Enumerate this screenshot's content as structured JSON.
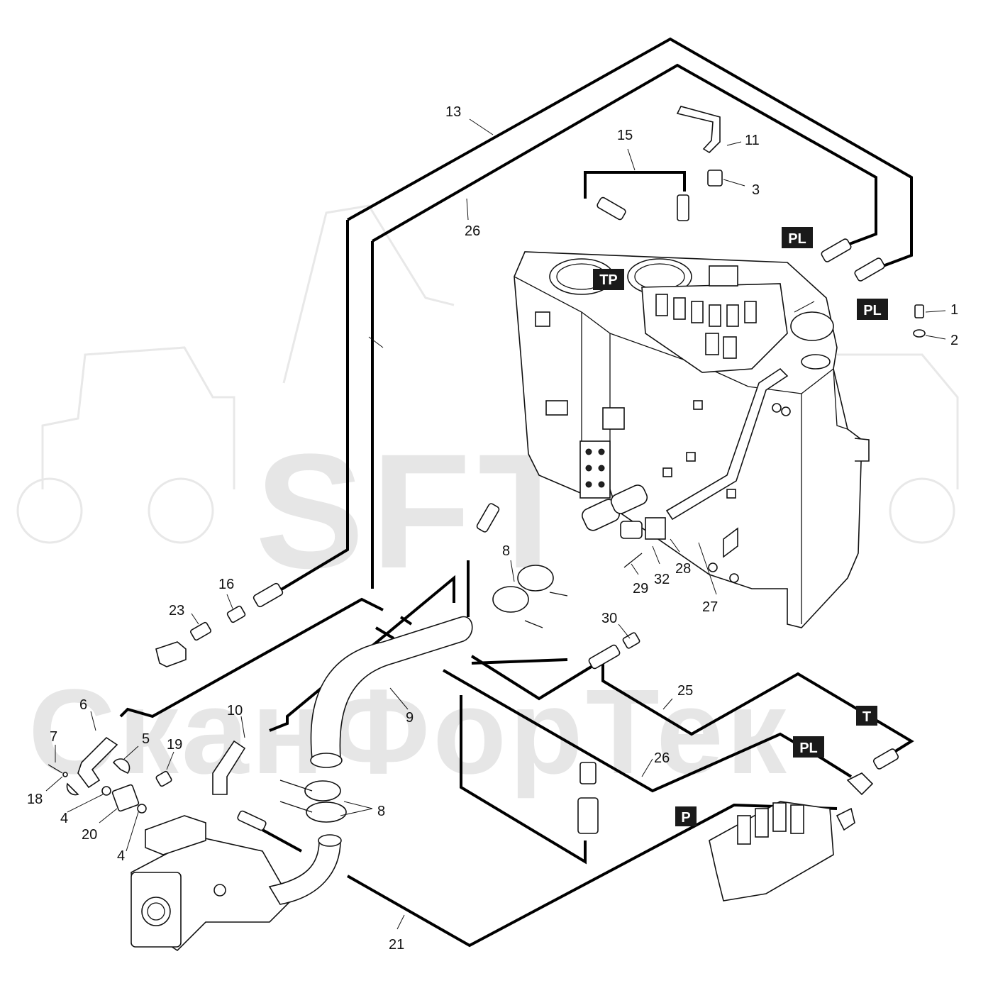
{
  "watermark": {
    "brand": "SFT",
    "company": "СканФорТек"
  },
  "callouts": [
    {
      "id": "c1",
      "text": "1"
    },
    {
      "id": "c2",
      "text": "2"
    },
    {
      "id": "c3",
      "text": "3"
    },
    {
      "id": "c4a",
      "text": "4"
    },
    {
      "id": "c4b",
      "text": "4"
    },
    {
      "id": "c5",
      "text": "5"
    },
    {
      "id": "c6",
      "text": "6"
    },
    {
      "id": "c7",
      "text": "7"
    },
    {
      "id": "c8a",
      "text": "8"
    },
    {
      "id": "c8b",
      "text": "8"
    },
    {
      "id": "c9",
      "text": "9"
    },
    {
      "id": "c10",
      "text": "10"
    },
    {
      "id": "c11",
      "text": "11"
    },
    {
      "id": "c13",
      "text": "13"
    },
    {
      "id": "c15",
      "text": "15"
    },
    {
      "id": "c16",
      "text": "16"
    },
    {
      "id": "c18",
      "text": "18"
    },
    {
      "id": "c19",
      "text": "19"
    },
    {
      "id": "c20",
      "text": "20"
    },
    {
      "id": "c21",
      "text": "21"
    },
    {
      "id": "c23",
      "text": "23"
    },
    {
      "id": "c25",
      "text": "25"
    },
    {
      "id": "c26a",
      "text": "26"
    },
    {
      "id": "c26b",
      "text": "26"
    },
    {
      "id": "c27",
      "text": "27"
    },
    {
      "id": "c28",
      "text": "28"
    },
    {
      "id": "c29",
      "text": "29"
    },
    {
      "id": "c30",
      "text": "30"
    },
    {
      "id": "c32",
      "text": "32"
    }
  ],
  "port_tags": [
    {
      "id": "tp",
      "text": "TP"
    },
    {
      "id": "pl1",
      "text": "PL"
    },
    {
      "id": "pl2",
      "text": "PL"
    },
    {
      "id": "pl3",
      "text": "PL"
    },
    {
      "id": "t",
      "text": "T"
    },
    {
      "id": "p",
      "text": "P"
    }
  ],
  "colors": {
    "line": "#000000",
    "tag_background": "#1a1a1a",
    "tag_text": "#ffffff",
    "watermark": "#e6e6e6"
  }
}
